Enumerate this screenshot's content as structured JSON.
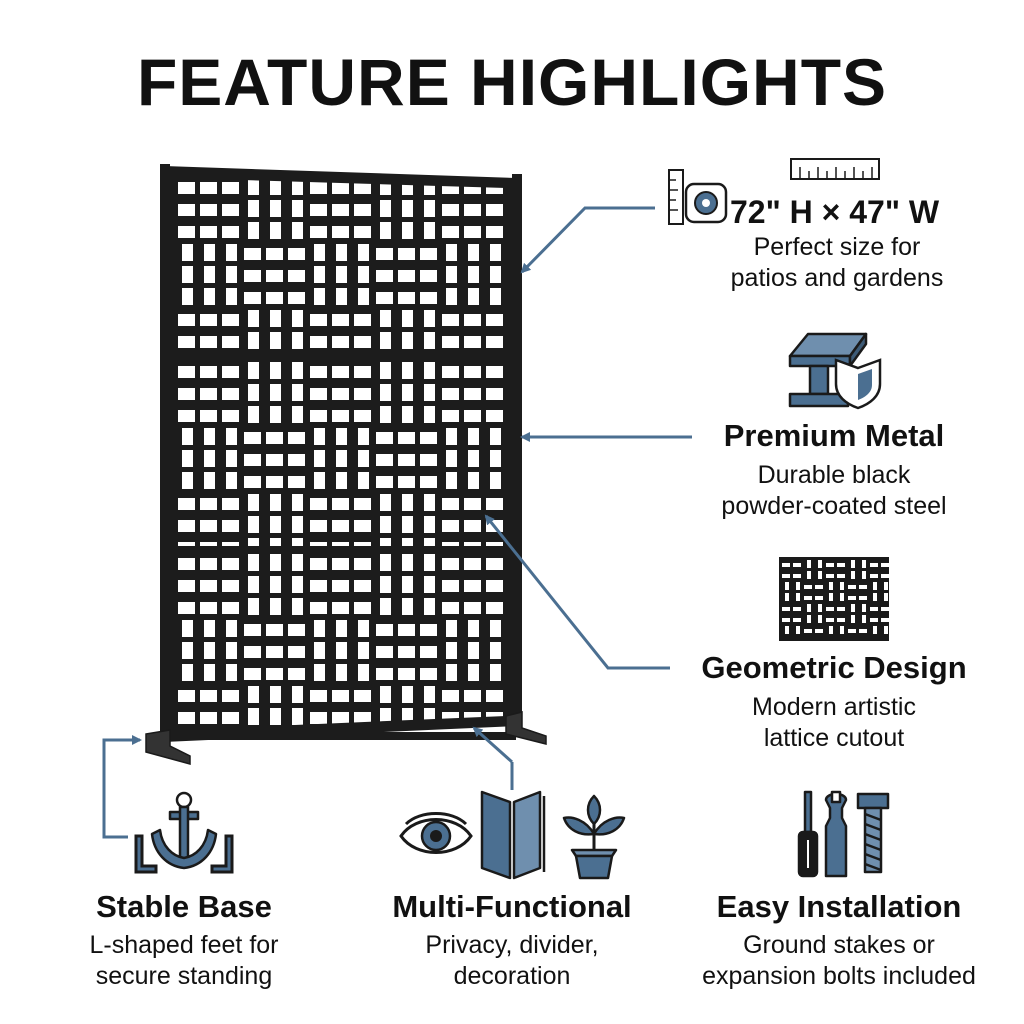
{
  "title": "FEATURE HIGHLIGHTS",
  "colors": {
    "accent": "#4b6f91",
    "ink": "#1a1a1a",
    "panel": "#1c1c1c"
  },
  "features": {
    "size": {
      "icon": "ruler-tape-measure-icon",
      "title": "72\" H × 47\" W",
      "desc1": "Perfect size for",
      "desc2": "patios and gardens"
    },
    "metal": {
      "icon": "steel-beam-shield-icon",
      "title": "Premium Metal",
      "desc1": "Durable black",
      "desc2": "powder-coated steel"
    },
    "design": {
      "icon": "lattice-pattern-icon",
      "title": "Geometric Design",
      "desc1": "Modern artistic",
      "desc2": "lattice cutout"
    },
    "base": {
      "icon": "anchor-icon",
      "title": "Stable Base",
      "desc1": "L-shaped feet for",
      "desc2": "secure standing"
    },
    "multi": {
      "icon": "eye-divider-plant-icon",
      "title": "Multi-Functional",
      "desc1": "Privacy, divider,",
      "desc2": "decoration"
    },
    "install": {
      "icon": "tools-icon",
      "title": "Easy Installation",
      "desc1": "Ground stakes or",
      "desc2": "expansion bolts included"
    }
  }
}
